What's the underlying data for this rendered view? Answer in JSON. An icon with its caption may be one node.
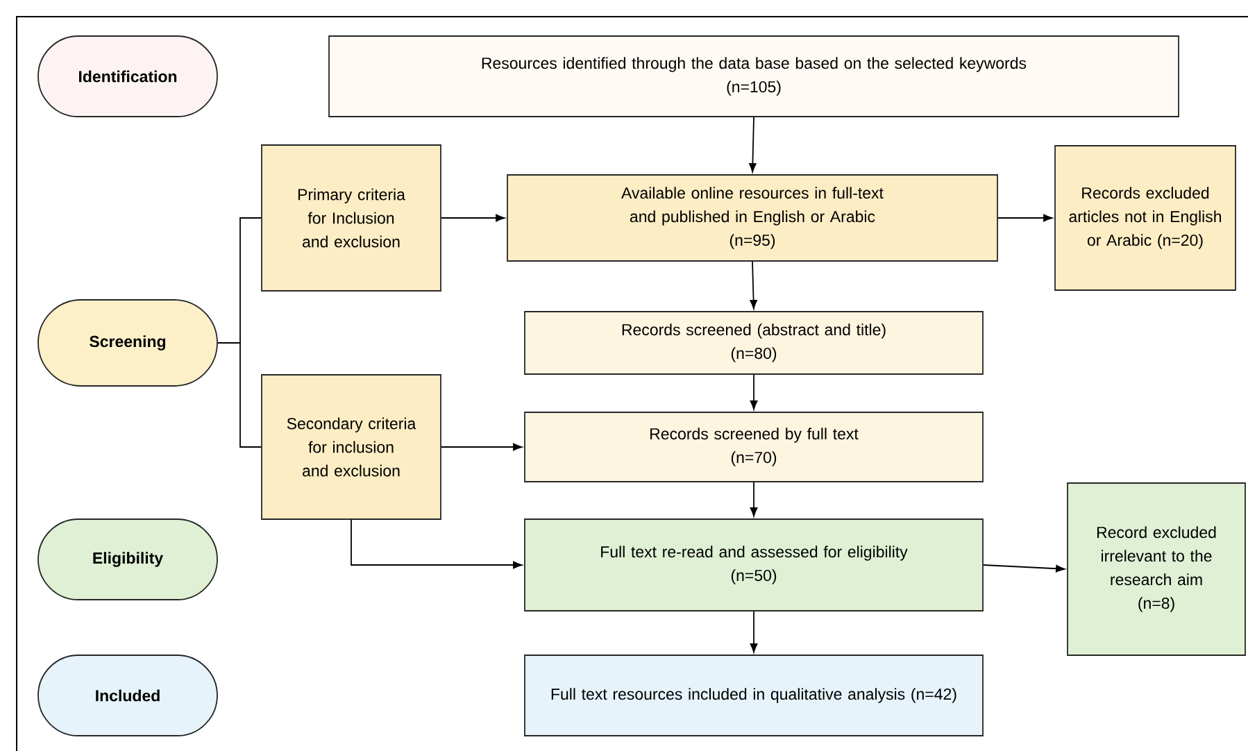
{
  "diagram": {
    "nodes": [
      {
        "text": [
          "Identification"
        ]
      },
      {
        "text": [
          "Resources identified through the data base based on the selected keywords",
          "(n=105)"
        ]
      },
      {
        "text": [
          "Screening"
        ]
      },
      {
        "text": [
          "Primary criteria for Inclusion and exclusion"
        ]
      },
      {
        "text": [
          "Available online resources in full-text and published in English or Arabic",
          "(n=95)"
        ]
      },
      {
        "text": [
          "Records excluded articles not in English or Arabic  (n=20)"
        ]
      },
      {
        "text": [
          "Records screened (abstract and title)",
          "(n=80)"
        ]
      },
      {
        "text": [
          "Secondary criteria for inclusion and exclusion"
        ]
      },
      {
        "text": [
          "Records screened by full text",
          "(n=70)"
        ]
      },
      {
        "text": [
          "Eligibility"
        ]
      },
      {
        "text": [
          "Full text re-read and assessed for eligibility",
          "(n=50)"
        ]
      },
      {
        "text": [
          "Record excluded irrelevant to the research aim",
          "(n=8)"
        ]
      },
      {
        "text": [
          "Included"
        ]
      },
      {
        "text": [
          "Full text resources included in qualitative analysis (n=42)"
        ]
      }
    ],
    "edges": [
      {
        "from": 1,
        "to": 4,
        "arrow": "to"
      },
      {
        "from": 4,
        "to": 5,
        "arrow": "to"
      },
      {
        "from": 4,
        "to": 6,
        "arrow": "to"
      },
      {
        "from": 6,
        "to": 8,
        "arrow": "to"
      },
      {
        "from": 8,
        "to": 10,
        "arrow": "to"
      },
      {
        "from": 10,
        "to": 11,
        "arrow": "to"
      },
      {
        "from": 10,
        "to": 13,
        "arrow": "to"
      },
      {
        "from": 3,
        "to": 4,
        "arrow": "to"
      },
      {
        "from": 7,
        "to": 8,
        "arrow": "to"
      },
      {
        "from": 7,
        "to": 10,
        "arrow": "to"
      },
      {
        "from": 2,
        "to": 3,
        "arrow": "none"
      },
      {
        "from": 2,
        "to": 7,
        "arrow": "none"
      }
    ]
  }
}
